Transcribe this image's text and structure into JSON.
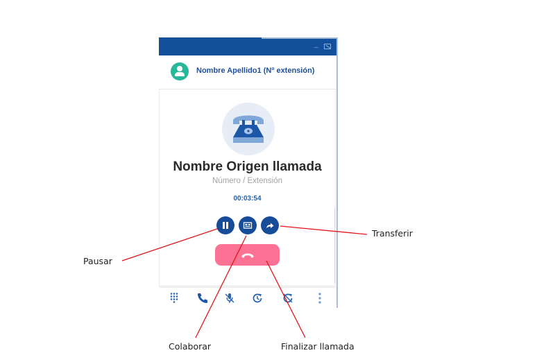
{
  "window": {
    "titlebar": {
      "minimize_label": "_",
      "close_icon": "window-close-icon",
      "color": "#134f9b"
    },
    "header": {
      "avatar_icon": "user-avatar-icon",
      "avatar_color": "#27b89a",
      "caller_self": "Nombre Apellido1 (Nº extensión)"
    },
    "call": {
      "icon": "telephone-icon",
      "origin_name": "Nombre Origen llamada",
      "origin_number": "Número / Extensión",
      "timer": "00:03:54",
      "actions": [
        {
          "id": "pause",
          "icon": "pause-icon",
          "color": "#164c98"
        },
        {
          "id": "collaborate",
          "icon": "collaborate-icon",
          "color": "#164c98"
        },
        {
          "id": "transfer",
          "icon": "transfer-arrow-icon",
          "color": "#164c98"
        }
      ],
      "hangup": {
        "icon": "hangup-phone-icon",
        "color": "#fb7294"
      }
    },
    "bottombar": {
      "items": [
        {
          "id": "dialpad",
          "icon": "dialpad-icon"
        },
        {
          "id": "call",
          "icon": "phone-icon"
        },
        {
          "id": "mute",
          "icon": "microphone-off-icon"
        },
        {
          "id": "history",
          "icon": "history-icon"
        },
        {
          "id": "dnd",
          "icon": "history-off-icon"
        },
        {
          "id": "more",
          "icon": "more-vertical-icon"
        }
      ],
      "icon_color": "#2c64b3"
    }
  },
  "annotations": {
    "color": "#e4141a",
    "pausar": "Pausar",
    "transferir": "Transferir",
    "colaborar": "Colaborar",
    "finalizar": "Finalizar llamada"
  }
}
